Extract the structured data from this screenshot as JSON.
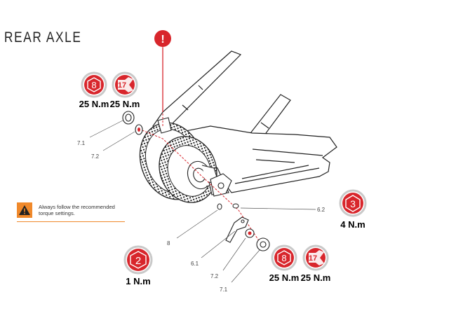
{
  "title": "REAR AXLE",
  "warning": {
    "icon": "warning-icon",
    "color": "#f0892b",
    "text_line1": "Always follow the recommended",
    "text_line2": "torque settings."
  },
  "alert_icon": {
    "symbol": "!",
    "color": "#d8262c"
  },
  "torque_badges": {
    "top_hex": {
      "size": "8",
      "torque": "25 N.m"
    },
    "top_wrench": {
      "size": "17",
      "torque": "25 N.m"
    },
    "right_hex": {
      "size": "3",
      "torque": "4 N.m"
    },
    "bottom_left_hex": {
      "size": "2",
      "torque": "1 N.m"
    },
    "bottom_hex": {
      "size": "8",
      "torque": "25 N.m"
    },
    "bottom_wrench": {
      "size": "17",
      "torque": "25 N.m"
    }
  },
  "callouts": {
    "c71_top": "7.1",
    "c72_top": "7.2",
    "c62": "6.2",
    "c8": "8",
    "c61": "6.1",
    "c72_bottom": "7.2",
    "c71_bottom": "7.1"
  },
  "colors": {
    "badge_red": "#d8262c",
    "badge_ring": "#c9c9c9",
    "leader_red": "#d8262c"
  }
}
